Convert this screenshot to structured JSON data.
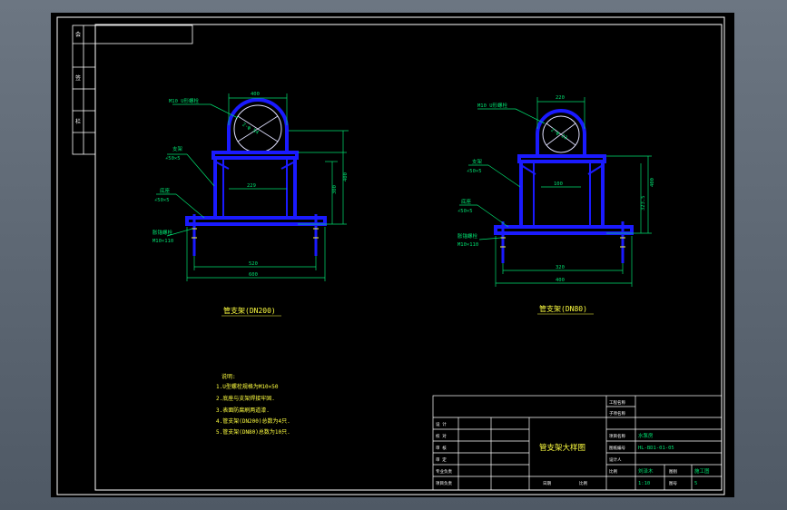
{
  "colors": {
    "paper": "#000000",
    "frame": "#ffffff",
    "drawing": "#1a1aff",
    "dimension": "#00e070",
    "annotation": "#ffff40",
    "pipe_cross": "#e0e0ff"
  },
  "left_support": {
    "pipe_dim": "400",
    "pipe_label": "2-φ 54",
    "bolt_callout": "M10 U形螺栓",
    "bracket_callout": [
      "支架",
      "∠50×5"
    ],
    "base_callout": [
      "底座",
      "∠50×5"
    ],
    "anchor_callout": [
      "胀锚螺栓",
      "M10×110"
    ],
    "inner_dim": "229",
    "height_dims": [
      "300",
      "400"
    ],
    "bottom_dims": [
      "520",
      "600"
    ],
    "caption": "管支架(DN200)"
  },
  "right_support": {
    "pipe_dim": "220",
    "pipe_label": "2-φ 23",
    "bolt_callout": "M10 U形螺栓",
    "bracket_callout": [
      "支架",
      "∠50×5"
    ],
    "base_callout": [
      "底座",
      "∠50×5"
    ],
    "anchor_callout": [
      "胀锚螺栓",
      "M10×110"
    ],
    "inner_dim": "100",
    "height_dims": [
      "323.5",
      "400"
    ],
    "bottom_dims": [
      "320",
      "400"
    ],
    "caption": "管支架(DN80)"
  },
  "notes": {
    "title": "说明:",
    "lines": [
      "1.U型螺栓规格为M10×50",
      "2.底座与支架焊接牢固.",
      "3.表面防腐刷两道漆.",
      "4.管支架(DN200)总数为4只.",
      "5.管支架(DN80)总数为10只."
    ]
  },
  "title_block": {
    "drawing_title": "管支架大样图",
    "project_value": "水泵房",
    "drawing_no": "HL-BD1-01-05",
    "designer": "刘泽木",
    "scale": "1:10",
    "stage": "施工图",
    "sheet": "5",
    "left_labels": [
      "设 计",
      "校 对",
      "审 核",
      "审 定",
      "专业负责",
      "项目负责"
    ],
    "bottom_labels": [
      "日期",
      "比例"
    ],
    "right_labels": [
      "工程名称",
      "子项名称",
      "项目名称",
      "图纸编号",
      "设计人",
      "比例",
      "图别",
      "图号"
    ]
  },
  "margin_labels": [
    "会",
    "签",
    "栏"
  ]
}
